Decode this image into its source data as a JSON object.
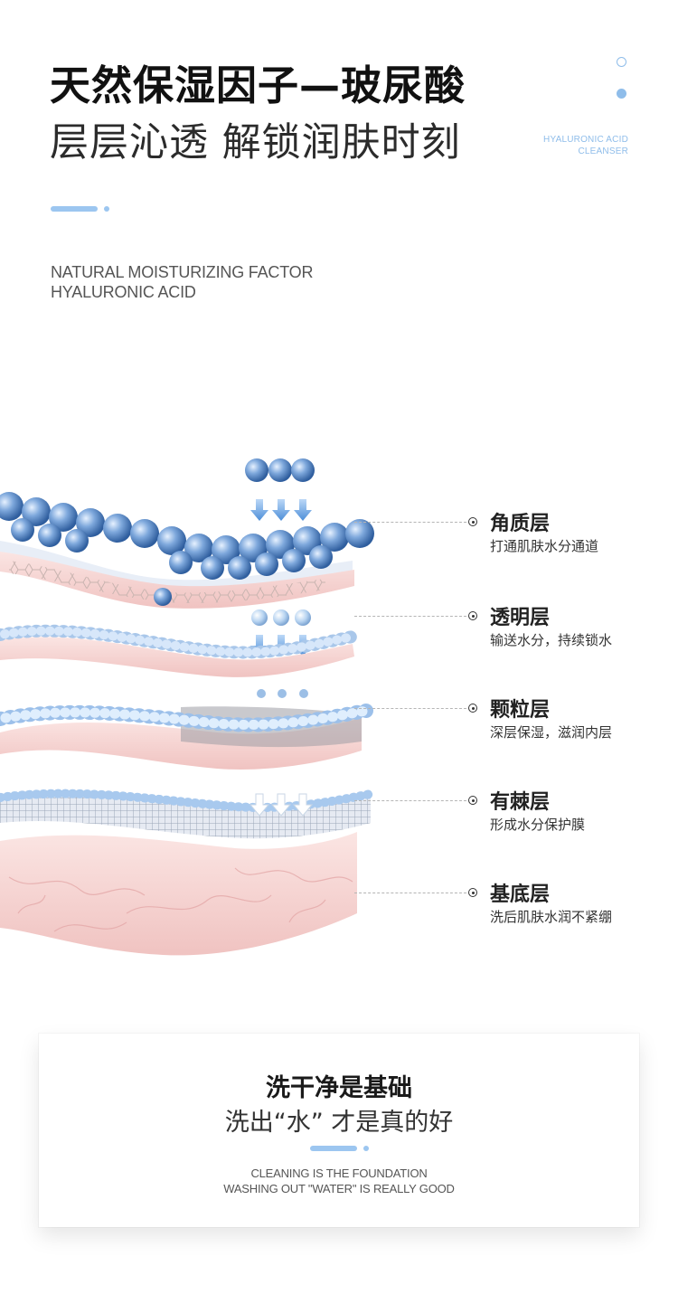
{
  "header": {
    "title": "天然保湿因子—玻尿酸",
    "subtitle": "层层沁透 解锁润肤时刻",
    "brand_tag_line1": "HYALURONIC ACID",
    "brand_tag_line2": "CLEANSER",
    "english_line1": "NATURAL MOISTURIZING FACTOR",
    "english_line2": "HYALURONIC ACID"
  },
  "layers": [
    {
      "name": "角质层",
      "desc": "打通肌肤水分通道"
    },
    {
      "name": "透明层",
      "desc": "输送水分，持续锁水"
    },
    {
      "name": "颗粒层",
      "desc": "深层保湿，滋润内层"
    },
    {
      "name": "有棘层",
      "desc": "形成水分保护膜"
    },
    {
      "name": "基底层",
      "desc": "洗后肌肤水润不紧绷"
    }
  ],
  "card": {
    "title": "洗干净是基础",
    "subtitle": "洗出“水” 才是真的好",
    "english_line1": "CLEANING IS THE FOUNDATION",
    "english_line2": "WASHING OUT \"WATER\" IS REALLY GOOD"
  },
  "colors": {
    "accent": "#9cc6f0",
    "bead_blue": "#5b8ccc",
    "skin_pink": "#f3c9c9"
  }
}
